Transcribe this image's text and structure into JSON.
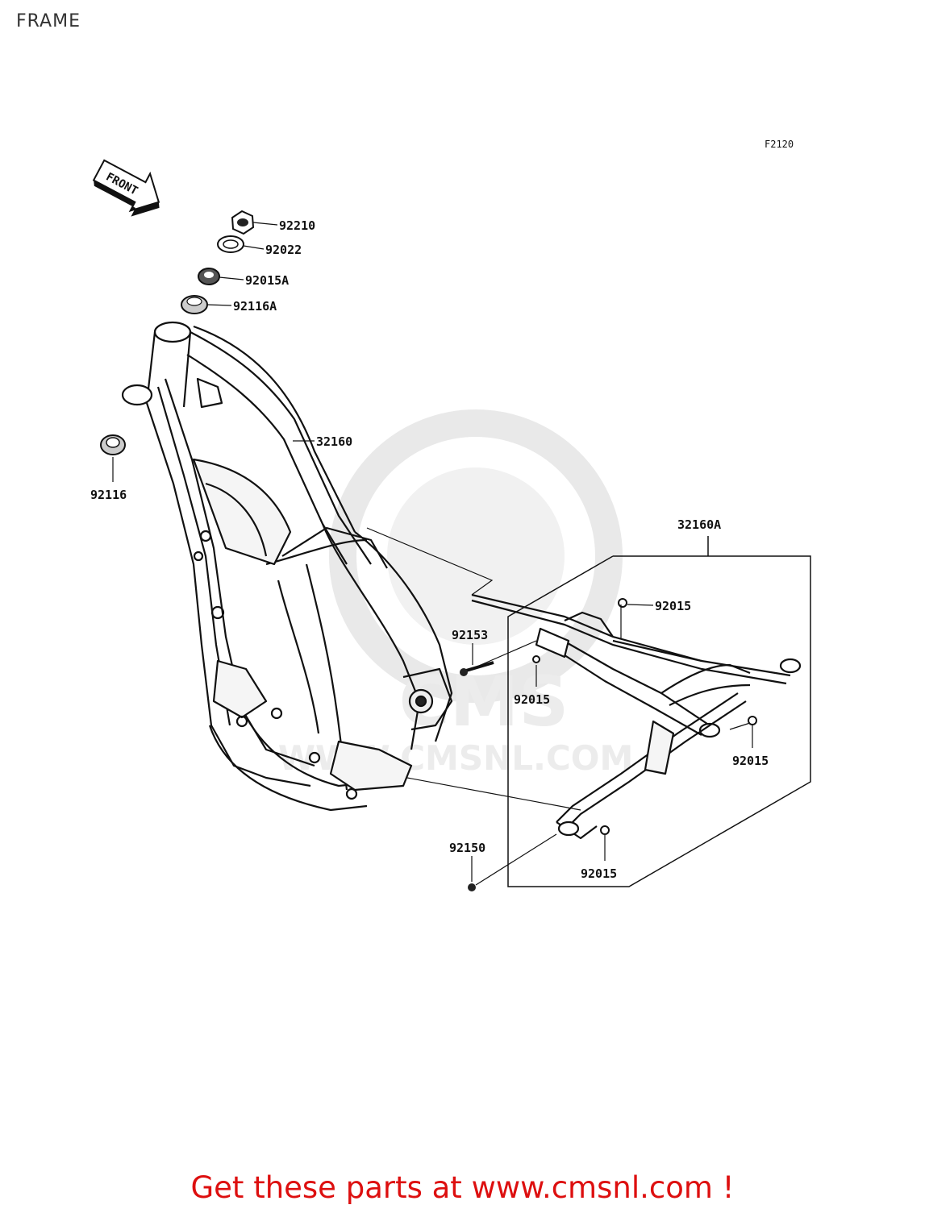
{
  "header": {
    "title": "FRAME"
  },
  "diagram": {
    "figure_code": "F2120",
    "front_arrow_text": "FRONT",
    "watermark_text": "WWW.CMSNL.COM",
    "watermark_logo_text": "CMS",
    "parts": [
      {
        "id": "p92210",
        "number": "92210"
      },
      {
        "id": "p92022",
        "number": "92022"
      },
      {
        "id": "p92015A",
        "number": "92015A"
      },
      {
        "id": "p92116A",
        "number": "92116A"
      },
      {
        "id": "p32160",
        "number": "32160"
      },
      {
        "id": "p92116",
        "number": "92116"
      },
      {
        "id": "p32160A",
        "number": "32160A"
      },
      {
        "id": "p92015_top",
        "number": "92015"
      },
      {
        "id": "p92153",
        "number": "92153"
      },
      {
        "id": "p92015_mid",
        "number": "92015"
      },
      {
        "id": "p92015_right",
        "number": "92015"
      },
      {
        "id": "p92150",
        "number": "92150"
      },
      {
        "id": "p92015_bottom",
        "number": "92015"
      }
    ]
  },
  "footer": {
    "link_text": "Get these parts at www.cmsnl.com !"
  },
  "colors": {
    "footer_link": "#dd0f0f",
    "lines": "#111111",
    "watermark": "#e6e6e6"
  }
}
